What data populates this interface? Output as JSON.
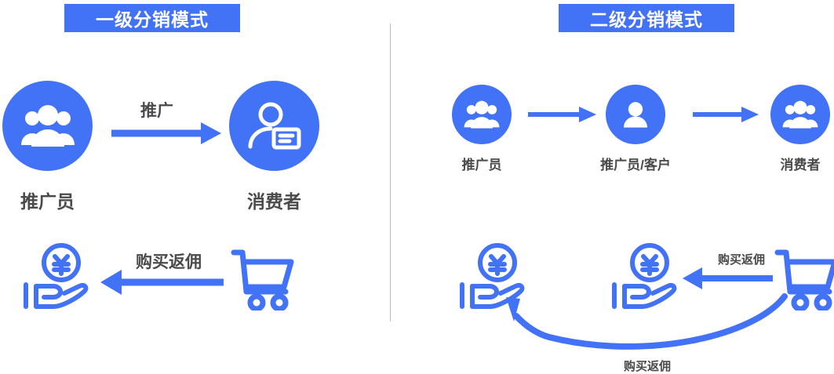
{
  "colors": {
    "brand_blue": "#4272F5",
    "label_gray": "#4a4a4a",
    "divider_gray": "#b9b9b9",
    "white": "#ffffff"
  },
  "panels": {
    "left": {
      "title": "一级分销模式",
      "nodes": [
        {
          "label": "推广员",
          "icon": "people-group-icon"
        },
        {
          "label": "消费者",
          "icon": "person-card-icon"
        }
      ],
      "edges": [
        {
          "label": "推广",
          "direction": "right"
        },
        {
          "label": "购买返佣",
          "direction": "left"
        }
      ],
      "flow_icons": [
        {
          "name": "hand-coin-yuan-icon"
        },
        {
          "name": "shopping-cart-icon"
        }
      ]
    },
    "right": {
      "title": "二级分销模式",
      "nodes": [
        {
          "label": "推广员",
          "icon": "people-group-icon"
        },
        {
          "label": "推广员/客户",
          "icon": "person-icon"
        },
        {
          "label": "消费者",
          "icon": "people-group-icon"
        }
      ],
      "edges": [
        {
          "label": "",
          "direction": "right"
        },
        {
          "label": "",
          "direction": "right"
        },
        {
          "label": "购买返佣",
          "direction": "left"
        },
        {
          "label": "购买返佣",
          "direction": "curve-left"
        }
      ],
      "flow_icons": [
        {
          "name": "hand-coin-yuan-icon"
        },
        {
          "name": "hand-coin-yuan-icon"
        },
        {
          "name": "shopping-cart-icon"
        }
      ]
    }
  }
}
